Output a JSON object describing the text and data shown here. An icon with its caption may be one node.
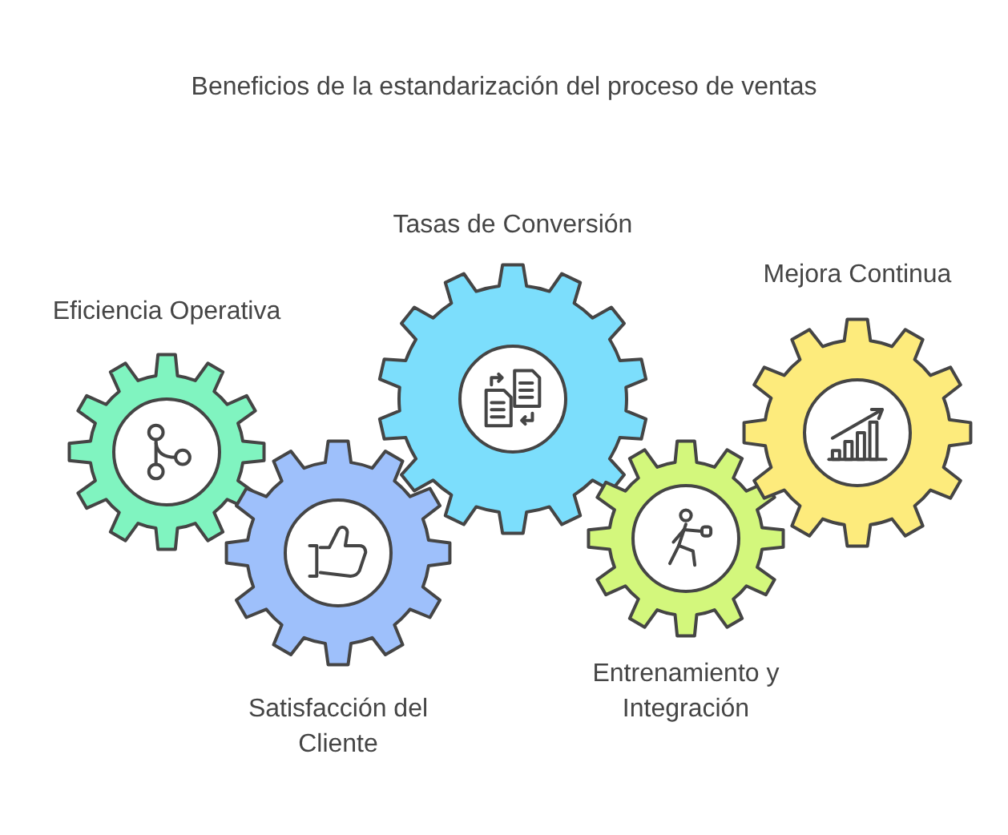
{
  "diagram": {
    "title": "Beneficios de la estandarización del proceso de ventas",
    "nodes": [
      {
        "text": [
          "Eficiencia Operativa"
        ]
      },
      {
        "text": [
          "Satisfacción del Cliente"
        ]
      },
      {
        "text": [
          "Tasas de Conversión"
        ]
      },
      {
        "text": [
          "Entrenamiento y Integración"
        ]
      },
      {
        "text": [
          "Mejora Continua"
        ]
      }
    ]
  }
}
